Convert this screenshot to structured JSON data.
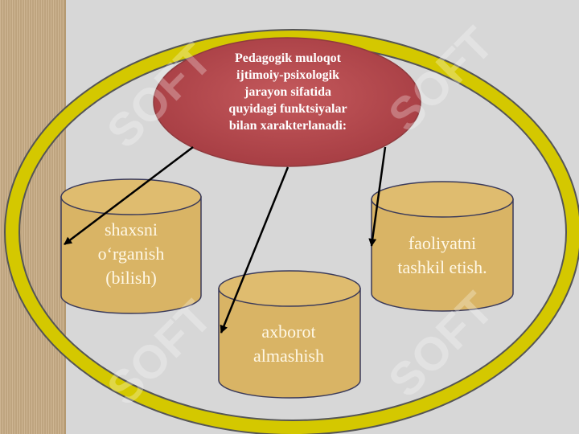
{
  "center": {
    "lines": [
      "Pedagogik muloqot",
      "ijtimoiy-psixologik",
      "jarayon sifatida",
      "quyidagi funktsiyalar",
      "bilan xarakterlanadi:"
    ]
  },
  "cylinders": [
    {
      "lines": [
        "shaxsni",
        "o‘rganish",
        "(bilish)"
      ]
    },
    {
      "lines": [
        "axborot",
        "almashish"
      ]
    },
    {
      "lines": [
        "faoliyatni",
        "tashkil etish."
      ]
    }
  ],
  "watermark": "SOFT",
  "colors": {
    "ring": "#d4c800",
    "center_ellipse": "#b0494d",
    "cylinder": "#d9b465",
    "background": "#d7d7d7",
    "side_stripe": "#c8ad86"
  }
}
